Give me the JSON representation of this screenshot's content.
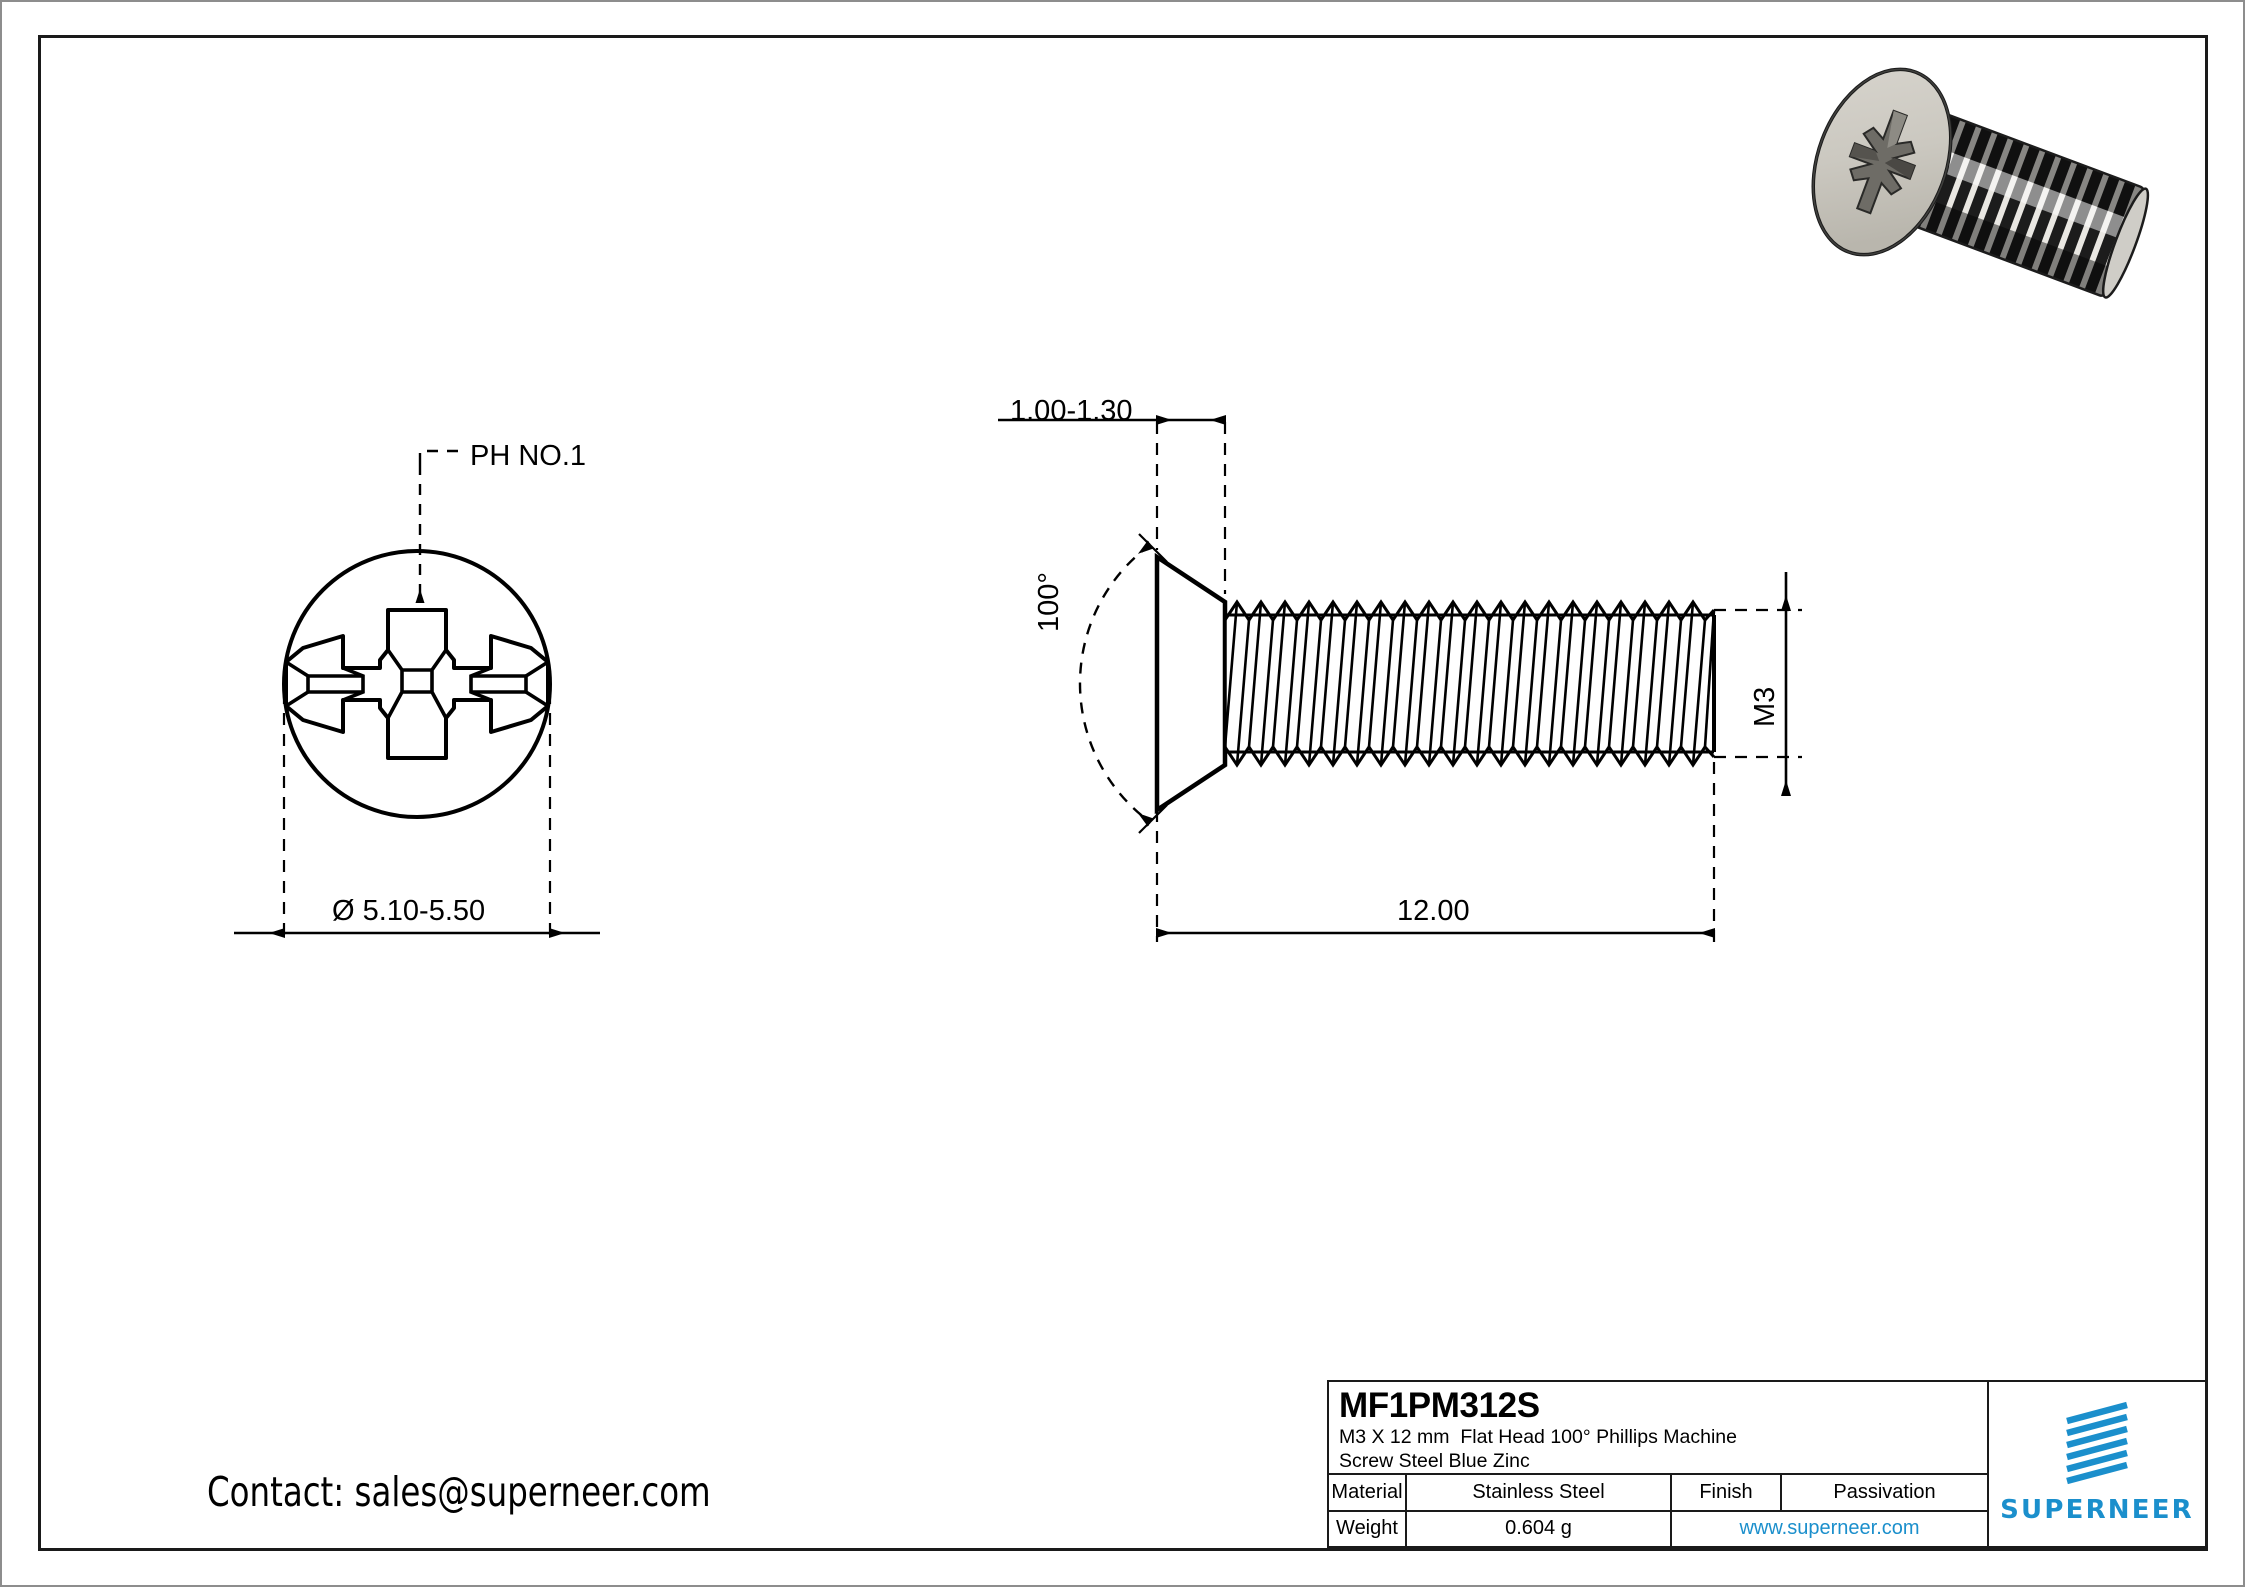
{
  "sheet": {
    "frame_color": "#1a1a1a",
    "outer_border_color": "#8d8d8d",
    "background": "#ffffff"
  },
  "brand": {
    "accent_color": "#1b8fcc",
    "wordmark": "SUPERNEER",
    "logo_icon": "slanted-lines-logo"
  },
  "contact": {
    "text": "Contact: sales@superneer.com"
  },
  "title_block": {
    "part_number": "MF1PM312S",
    "description_line1": "M3 X 12 mm  Flat Head 100° Phillips Machine",
    "description_line2": "Screw Steel Blue Zinc",
    "material_label": "Material",
    "material_value": "Stainless Steel",
    "finish_label": "Finish",
    "finish_value": "Passivation",
    "weight_label": "Weight",
    "weight_value": "0.604 g",
    "website": "www.superneer.com"
  },
  "dimensions": {
    "recess_callout": "PH NO.1",
    "head_diameter": "Ø 5.10-5.50",
    "head_height": "1.00-1.30",
    "head_angle": "100°",
    "thread_size": "M3",
    "length": "12.00"
  },
  "views": {
    "top_view_name": "phillips-head-top-view",
    "side_view_name": "screw-side-section-view",
    "render_name": "screw-3d-render"
  }
}
